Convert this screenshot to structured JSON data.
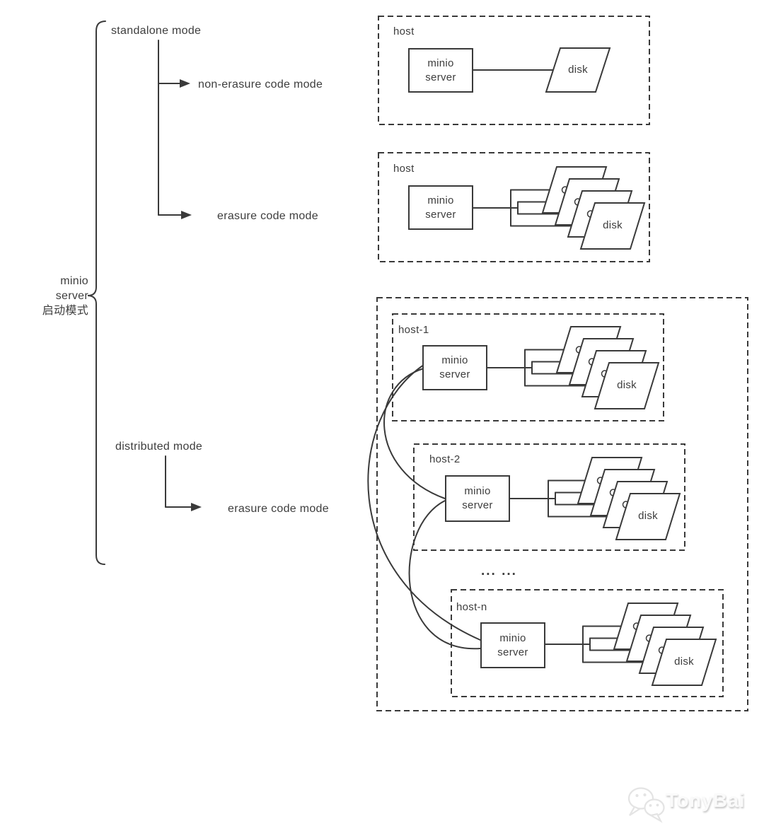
{
  "colors": {
    "background": "#ffffff",
    "line": "#3a3a3a",
    "text": "#3d3d3d",
    "watermark_text": "#fafafa",
    "watermark_shadow": "#c6c6c6"
  },
  "tree": {
    "root": {
      "line1": "minio",
      "line2": "server",
      "line3": "启动模式"
    },
    "standalone": {
      "label": "standalone mode",
      "child1": "non-erasure code mode",
      "child2": "erasure code mode"
    },
    "distributed": {
      "label": "distributed mode",
      "child1": "erasure code mode"
    }
  },
  "standalone_hosts": {
    "non_erasure": {
      "title": "host",
      "server_line1": "minio",
      "server_line2": "server",
      "disk": "disk"
    },
    "erasure": {
      "title": "host",
      "server_line1": "minio",
      "server_line2": "server",
      "disk": "disk"
    }
  },
  "distributed_cluster": {
    "host1": {
      "title": "host-1",
      "server_line1": "minio",
      "server_line2": "server",
      "disk": "disk"
    },
    "host2": {
      "title": "host-2",
      "server_line1": "minio",
      "server_line2": "server",
      "disk": "disk"
    },
    "ellipsis": "... ...",
    "hostn": {
      "title": "host-n",
      "server_line1": "minio",
      "server_line2": "server",
      "disk": "disk"
    }
  },
  "watermark": {
    "name": "TonyBai"
  }
}
